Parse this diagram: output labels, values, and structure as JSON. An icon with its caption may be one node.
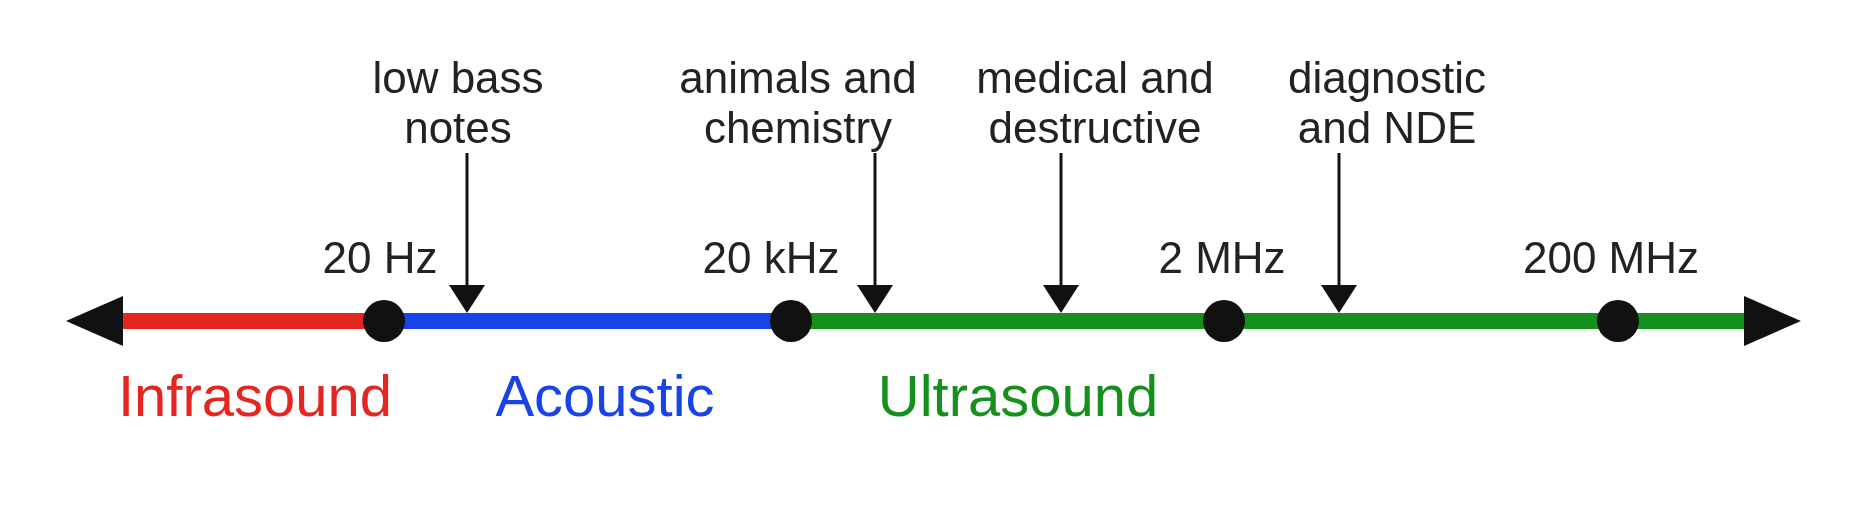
{
  "diagram": {
    "nodes": [
      {
        "text": [
          "low bass notes"
        ]
      },
      {
        "text": [
          "animals and chemistry"
        ]
      },
      {
        "text": [
          "medical and destructive"
        ]
      },
      {
        "text": [
          "diagnostic and NDE"
        ]
      },
      {
        "text": [],
        "shape": "arrow"
      }
    ],
    "edges": [
      {
        "from": 0,
        "to": 4,
        "arrow": "to"
      },
      {
        "from": 1,
        "to": 4,
        "arrow": "to"
      },
      {
        "from": 2,
        "to": 4,
        "arrow": "to"
      },
      {
        "from": 3,
        "to": 4,
        "arrow": "to"
      }
    ],
    "labels": [
      "20 Hz",
      "20 kHz",
      "2 MHz",
      "200 MHz",
      "Infrasound",
      "Acoustic",
      "Ultrasound"
    ]
  }
}
